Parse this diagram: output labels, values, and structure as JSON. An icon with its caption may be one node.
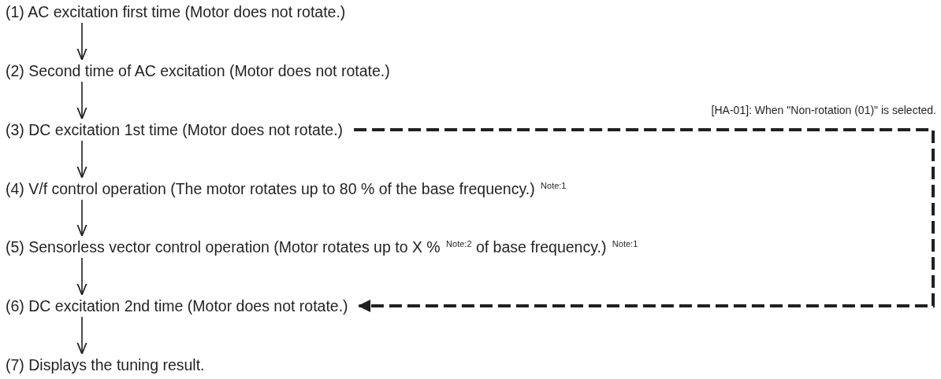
{
  "diagram": {
    "nodes": [
      {
        "text": [
          "(1) AC excitation first time (Motor does not rotate.)"
        ]
      },
      {
        "text": [
          "(2) Second time of AC excitation (Motor does not rotate.)"
        ]
      },
      {
        "text": [
          "(3) DC excitation 1st time (Motor does not rotate.)"
        ]
      },
      {
        "text": [
          "(4) V/f control operation (The motor rotates up to 80 % of the base frequency.) $^{Note:1}$"
        ]
      },
      {
        "text": [
          "(5) Sensorless vector control operation (Motor rotates up to X % $^{Note:2}$ of base frequency.) $^{Note:1}$"
        ]
      },
      {
        "text": [
          "(6) DC excitation 2nd time (Motor does not rotate.)"
        ]
      },
      {
        "text": [
          "(7) Displays the tuning result."
        ]
      }
    ],
    "edges": [
      {
        "from": 0,
        "to": 1,
        "arrow": "to"
      },
      {
        "from": 1,
        "to": 2,
        "arrow": "to"
      },
      {
        "from": 2,
        "to": 3,
        "arrow": "to"
      },
      {
        "from": 3,
        "to": 4,
        "arrow": "to"
      },
      {
        "from": 4,
        "to": 5,
        "arrow": "to"
      },
      {
        "from": 5,
        "to": 6,
        "arrow": "to"
      },
      {
        "from": 2,
        "to": 5,
        "arrow": "to",
        "style": "dashed",
        "label": "[HA-01]: When \"Non-rotation (01)\" is selected."
      }
    ]
  }
}
